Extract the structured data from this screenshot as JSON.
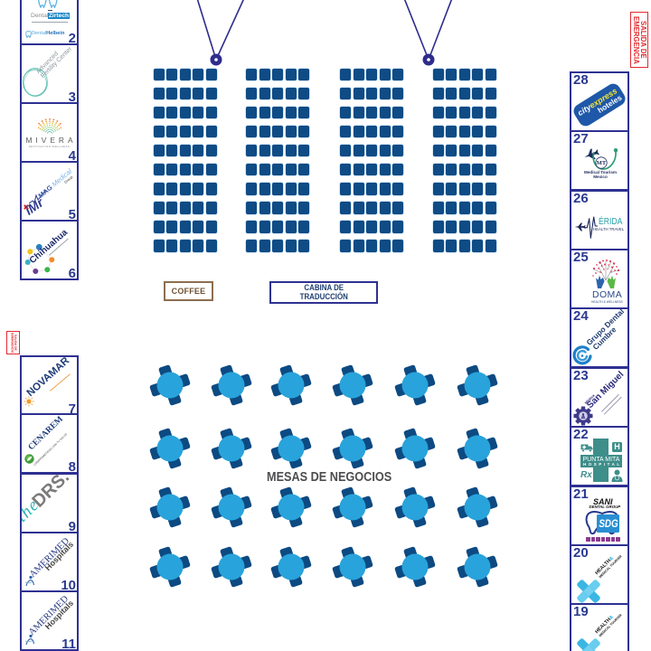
{
  "venue": {
    "labels": {
      "coffee": "COFFEE",
      "translation_booth": {
        "line1": "CABINA DE",
        "line2": "TRADUCCIÓN"
      },
      "business_tables": "MESAS DE NEGOCIOS"
    },
    "emergency_exit_right": {
      "line1": "SALIDA DE",
      "line2": "EMERGENCIA"
    },
    "emergency_exit_left": {
      "line1": "SALIDA DE",
      "line2": "EMERGENCIA"
    },
    "auditorium": {
      "seat_blocks": 4,
      "rows_per_block": 10,
      "seats_per_row": 5
    },
    "business_area": {
      "table_rows": 4,
      "table_columns": 6,
      "chairs_per_table": 4
    },
    "colors": {
      "booth_border": "#2e3192",
      "booth_number": "#2b3990",
      "seat": "#0f4b85",
      "table_top": "#29a3db",
      "table_chair": "#0d4a82",
      "projector": "#2e2c8c",
      "coffee_border": "#8d6e4f",
      "emergency": "#e42a2f",
      "label_text": "#4d4d4f"
    }
  },
  "booths_left": [
    {
      "number": "2",
      "logo": {
        "brand_a": "Dental",
        "brand_b": "Zirtech",
        "brand2_a": "Dental",
        "brand2_b": "Helbein"
      }
    },
    {
      "number": "3",
      "logo": {
        "line1": "Advanced",
        "line2": "Fertility Center"
      }
    },
    {
      "number": "4",
      "logo": {
        "title": "MIVERA",
        "tagline": "DESTINATION WELLNESS"
      }
    },
    {
      "number": "5",
      "logo": {
        "mark": "iMr",
        "word1": "MAG",
        "word2": "Medical",
        "word3": "Group"
      }
    },
    {
      "number": "6",
      "logo": {
        "title": "Chihuahua"
      }
    },
    {
      "number": "7",
      "logo": {
        "title": "NOVAMAR"
      }
    },
    {
      "number": "8",
      "logo": {
        "title": "CENAREM",
        "tagline": "COMPROMETIDOS CON TU SALUD"
      }
    },
    {
      "number": "9",
      "logo": {
        "word1": "the",
        "word2": "DRS."
      }
    },
    {
      "number": "10",
      "logo": {
        "title": "AMERIMED",
        "subtitle": "Hospitals"
      }
    },
    {
      "number": "11",
      "logo": {
        "title": "AMERIMED",
        "subtitle": "Hospitals"
      }
    }
  ],
  "booths_right": [
    {
      "number": "28",
      "logo": {
        "word1": "city",
        "word2": "express",
        "word3": "hoteles"
      }
    },
    {
      "number": "27",
      "logo": {
        "mark": "MT",
        "line1": "Medical Tourism",
        "line2": "Mexico"
      }
    },
    {
      "number": "26",
      "logo": {
        "title": "ÉRIDA",
        "subtitle": "HEALTH TRAVEL"
      }
    },
    {
      "number": "25",
      "logo": {
        "title": "DOMA",
        "subtitle": "HEALTH & WELLNESS"
      }
    },
    {
      "number": "24",
      "logo": {
        "line1": "Grupo Dental",
        "line2": "Cumbre"
      }
    },
    {
      "number": "23",
      "logo": {
        "small": "Médica",
        "title": "San Miguel"
      }
    },
    {
      "number": "22",
      "logo": {
        "title": "PUNTA MITA",
        "subtitle": "HOSPITAL",
        "badge": "H",
        "rx": "Rx"
      }
    },
    {
      "number": "21",
      "logo": {
        "title": "SANI",
        "subtitle": "DENTAL GROUP",
        "badge": "SDG"
      }
    },
    {
      "number": "20",
      "logo": {
        "line1": "HEALTH",
        "amp": "&",
        "line2": "MEDICAL TOURISM"
      }
    },
    {
      "number": "19",
      "logo": {
        "line1": "HEALTH",
        "amp": "&",
        "line2": "MEDICAL TOURISM"
      }
    }
  ]
}
